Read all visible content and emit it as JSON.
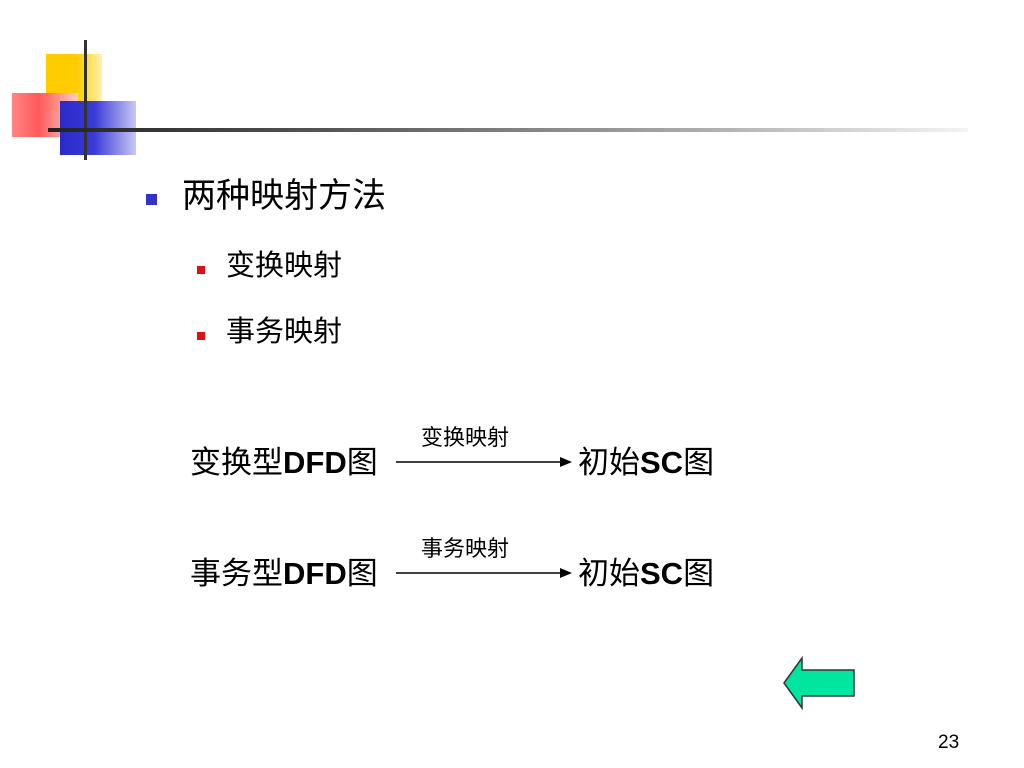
{
  "slide": {
    "bullet_main": "两种映射方法",
    "sub_bullets": [
      "变换映射",
      "事务映射"
    ],
    "rows": [
      {
        "left_prefix": "变换型",
        "left_bold": "DFD",
        "left_suffix": "图",
        "arrow_label": "变换映射",
        "right_prefix": "初始",
        "right_bold": "SC",
        "right_suffix": "图"
      },
      {
        "left_prefix": "事务型",
        "left_bold": "DFD",
        "left_suffix": "图",
        "arrow_label": "事务映射",
        "right_prefix": "初始",
        "right_bold": "SC",
        "right_suffix": "图"
      }
    ],
    "page_number": "23"
  },
  "colors": {
    "main_bullet": "#3333cc",
    "sub_bullet": "#dd1111",
    "nav_arrow_fill": "#00e6a0"
  },
  "icons": {
    "nav": "left-arrow-icon"
  }
}
